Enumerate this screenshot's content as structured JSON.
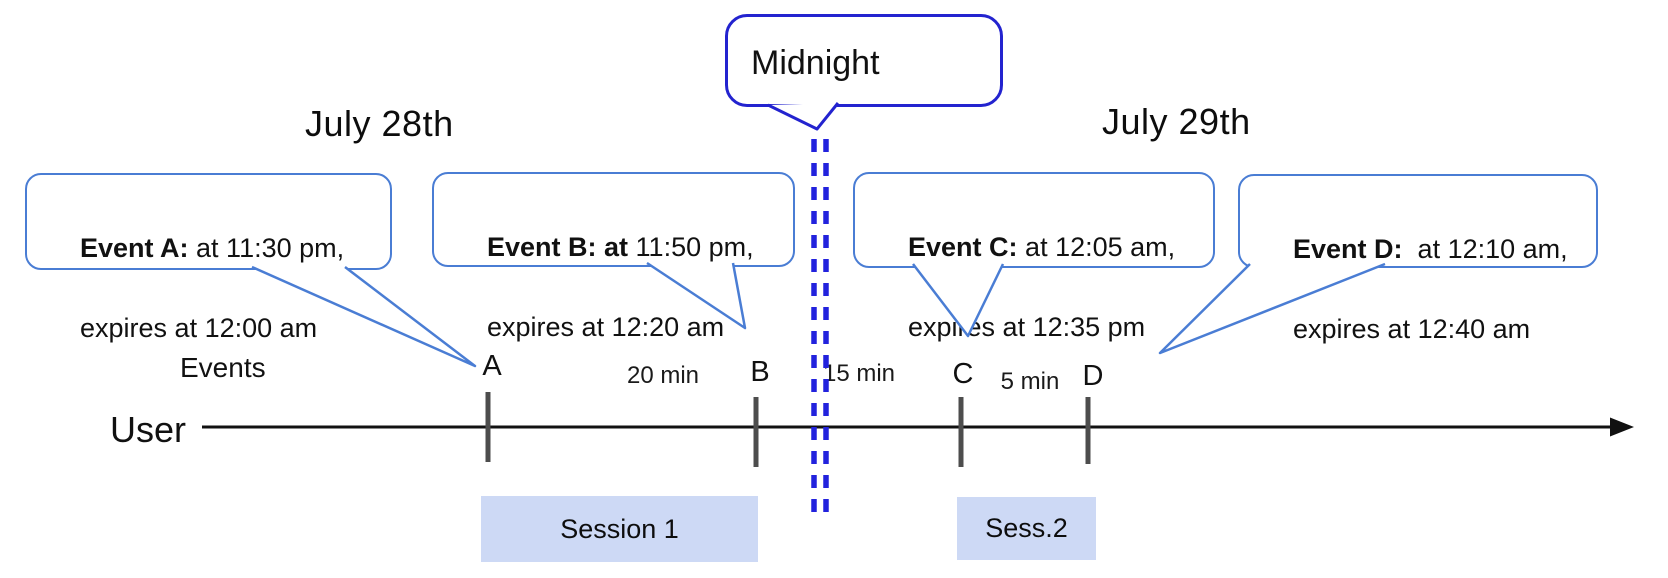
{
  "titles": {
    "left_day": "July 28th",
    "right_day": "July 29th"
  },
  "midnight": {
    "label": "Midnight"
  },
  "callouts": [
    {
      "event": "A",
      "bold": "Event A:",
      "rest": " at 11:30 pm,",
      "line2": "expires at 12:00 am"
    },
    {
      "event": "B",
      "bold": "Event B: at",
      "rest": " 11:50 pm,",
      "line2": "expires at 12:20 am"
    },
    {
      "event": "C",
      "bold": "Event C:",
      "rest": " at 12:05 am,",
      "line2": "expires at 12:35 pm"
    },
    {
      "event": "D",
      "bold": "Event D:",
      "rest": "  at 12:10 am,",
      "line2": "expires at 12:40 am"
    }
  ],
  "timeline": {
    "events_label": "Events",
    "axis_label": "User",
    "markers": [
      "A",
      "B",
      "C",
      "D"
    ],
    "intervals": [
      {
        "label": "20 min"
      },
      {
        "label": "15 min"
      },
      {
        "label": "5 min"
      }
    ]
  },
  "sessions": [
    {
      "label": "Session 1"
    },
    {
      "label": "Sess.2"
    }
  ],
  "colors": {
    "callout_border": "#4a7dd4",
    "midnight_border": "#2323cf",
    "midnight_dash": "#2222dd",
    "session_fill": "#cdd9f5",
    "tick_gray": "#4d4d4d",
    "axis_black": "#111111"
  }
}
